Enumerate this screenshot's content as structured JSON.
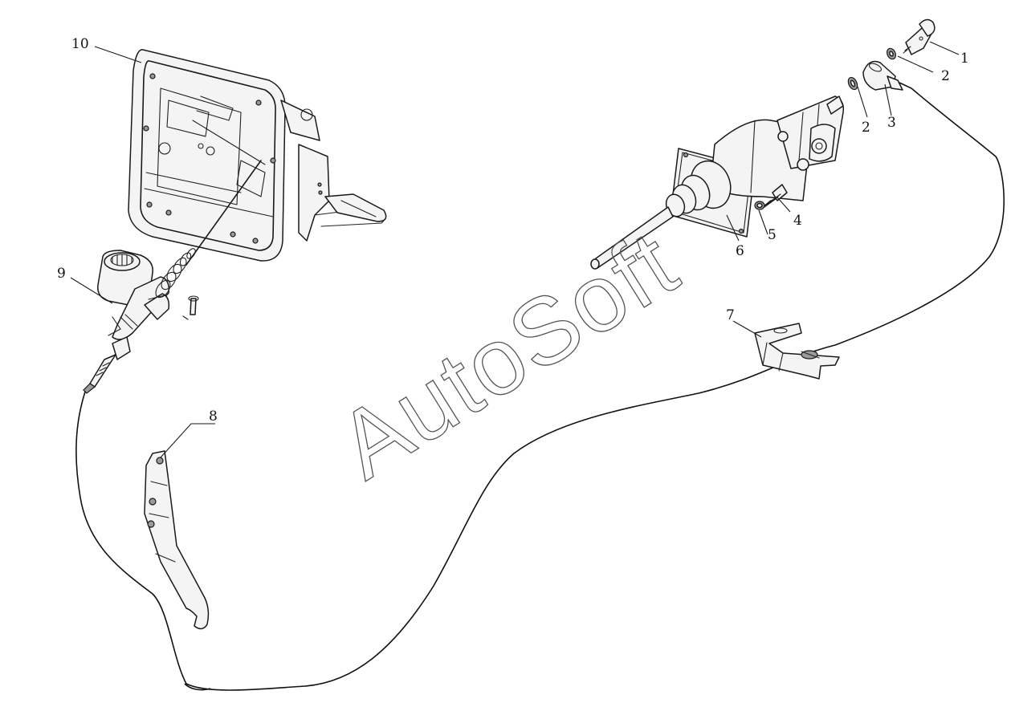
{
  "watermark": "AutoSoft",
  "callouts": [
    "1",
    "2",
    "2",
    "3",
    "4",
    "5",
    "6",
    "7",
    "8",
    "9",
    "10"
  ]
}
